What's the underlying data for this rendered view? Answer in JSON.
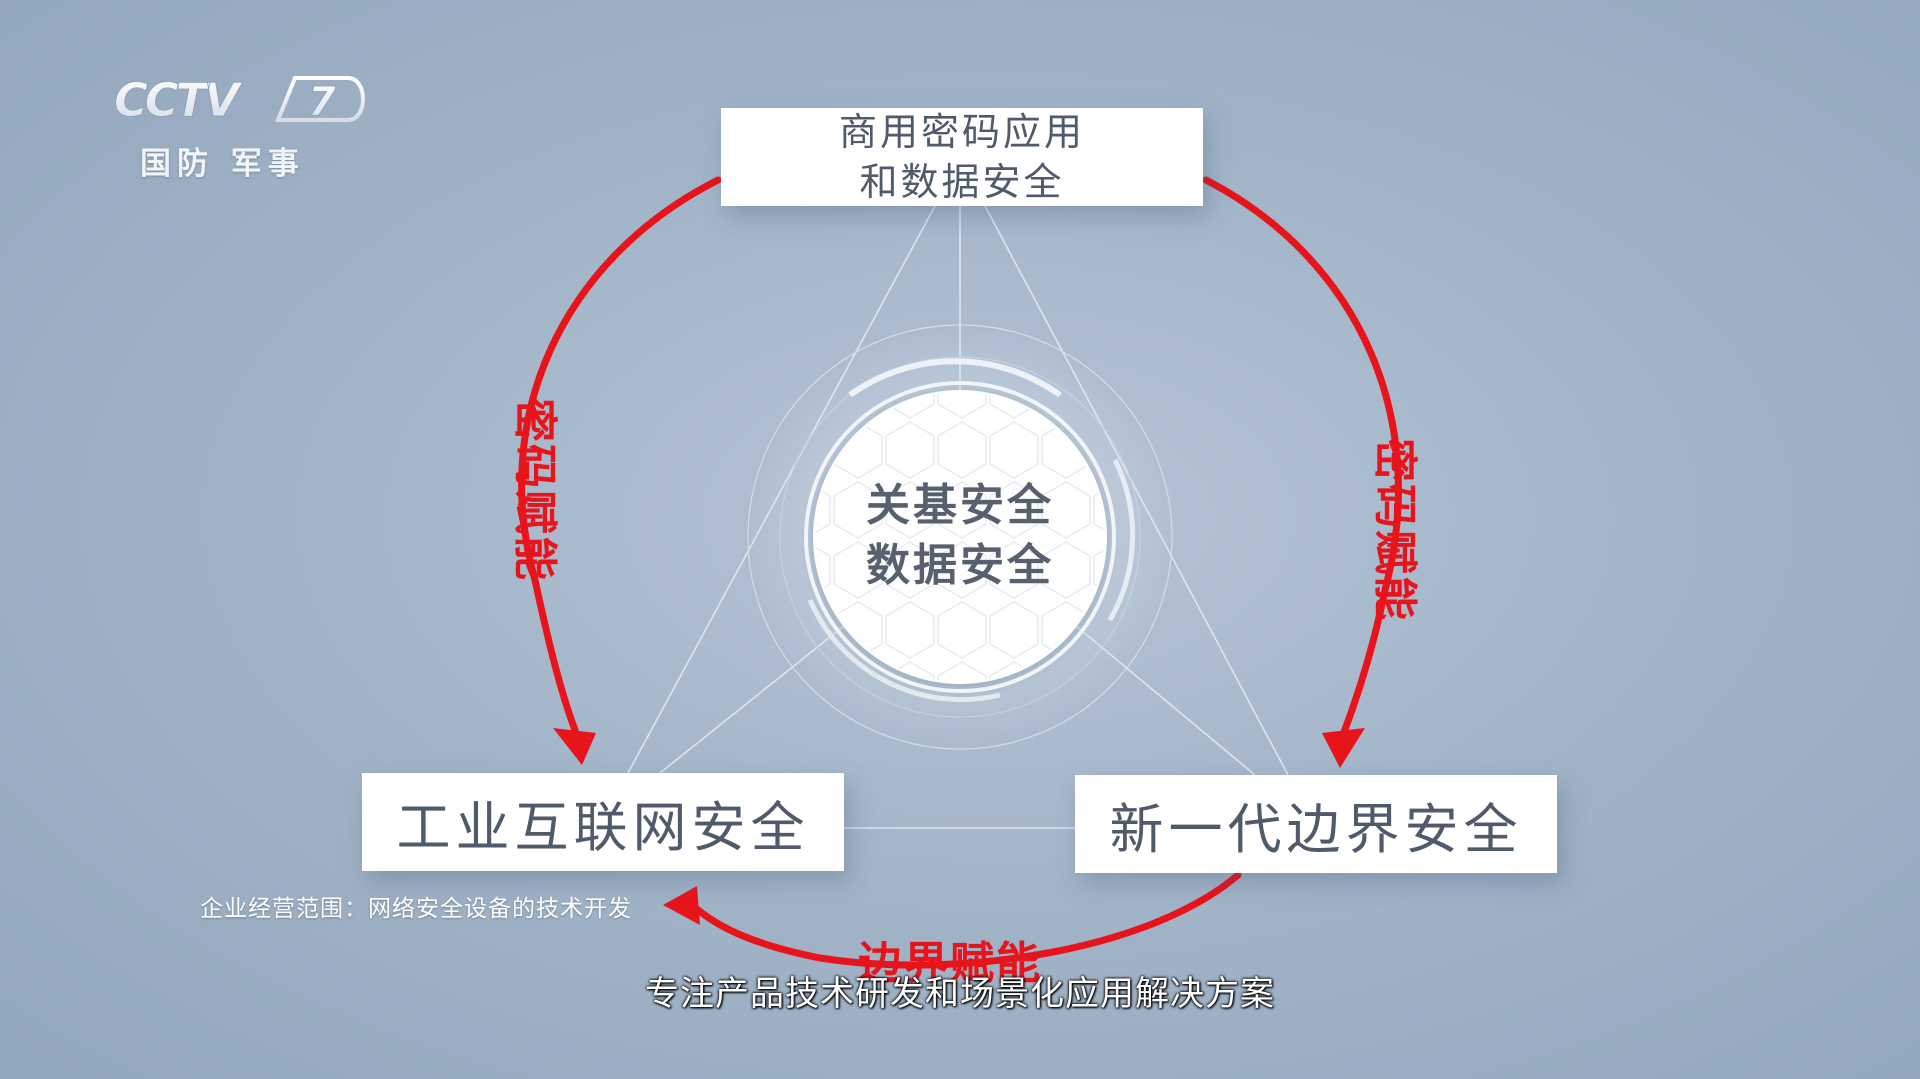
{
  "logo": {
    "brand": "CCTV",
    "number": "7",
    "channel": "国防 军事",
    "icon": "cctv-logo-icon"
  },
  "diagram": {
    "top_box": {
      "line1": "商用密码应用",
      "line2": "和数据安全"
    },
    "left_box": "工业互联网安全",
    "right_box": "新一代边界安全",
    "center": {
      "line1": "关基安全",
      "line2": "数据安全"
    },
    "arrows": {
      "left": "密码赋能",
      "right": "密码赋能",
      "bottom": "边界赋能"
    }
  },
  "caption_small": "企业经营范围：网络安全设备的技术开发",
  "subtitle": "专注产品技术研发和场景化应用解决方案",
  "colors": {
    "arrow": "#e8141c",
    "background": "#a3b5c8",
    "box_text": "#4f5a6b"
  }
}
